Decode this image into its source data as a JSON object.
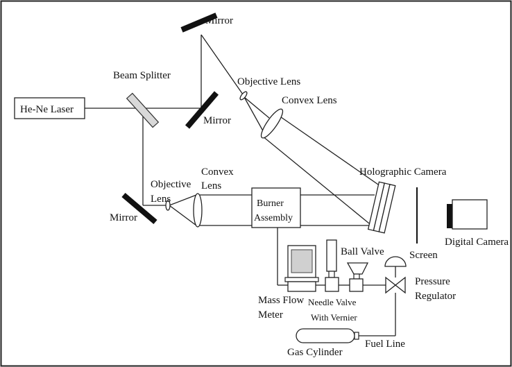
{
  "diagram": {
    "labels": {
      "mirror_top": "Mirror",
      "beam_splitter": "Beam Splitter",
      "he_ne_laser": "He-Ne Laser",
      "mirror_mid": "Mirror",
      "objective_lens_top": "Objective Lens",
      "convex_lens_top": "Convex Lens",
      "holographic_camera": "Holographic Camera",
      "convex_lens_bottom_1": "Convex",
      "convex_lens_bottom_2": "Lens",
      "objective_lens_bottom_1": "Objective",
      "objective_lens_bottom_2": "Lens",
      "mirror_left": "Mirror",
      "burner_assembly_1": "Burner",
      "burner_assembly_2": "Assembly",
      "screen": "Screen",
      "digital_camera": "Digital Camera",
      "ball_valve": "Ball Valve",
      "pressure_regulator_1": "Pressure",
      "pressure_regulator_2": "Regulator",
      "mass_flow_meter_1": "Mass Flow",
      "mass_flow_meter_2": "Meter",
      "needle_valve_1": "Needle Valve",
      "needle_valve_2": "With Vernier",
      "gas_cylinder": "Gas Cylinder",
      "fuel_line": "Fuel Line"
    }
  }
}
